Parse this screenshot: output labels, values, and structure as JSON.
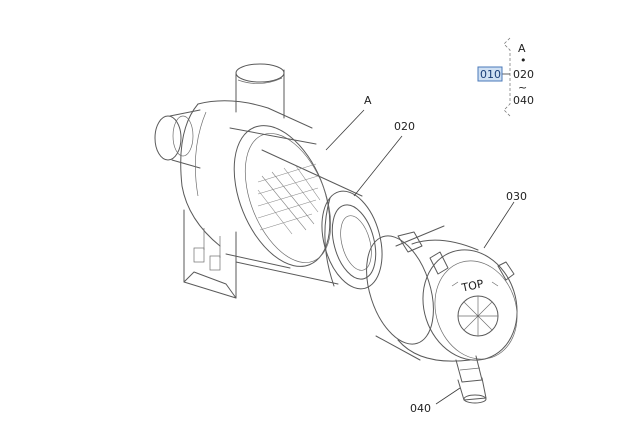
{
  "callouts": {
    "a": "A",
    "p020": "020",
    "p030": "030",
    "p040": "040"
  },
  "legend": {
    "ref": "A",
    "dot": "•",
    "range_start": "020",
    "tilde": "~",
    "range_end": "040",
    "selected_part": "010"
  },
  "colors": {
    "line": "#5a5a5a",
    "highlight_fill": "#cfe0f3",
    "highlight_border": "#4a78b8"
  }
}
